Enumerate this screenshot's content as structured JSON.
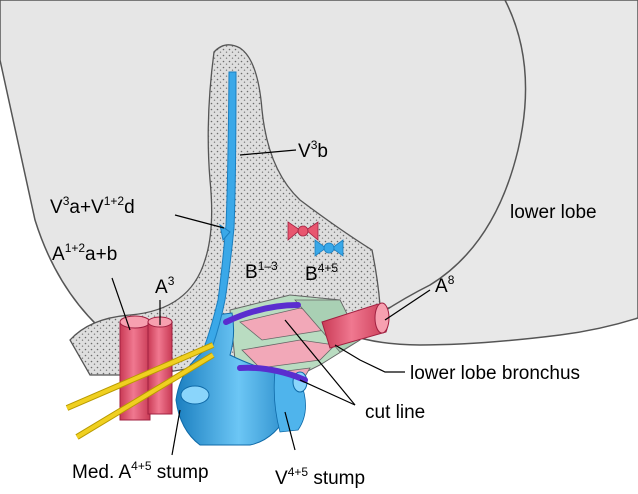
{
  "labels": {
    "v3b": {
      "main": "V",
      "sup": "3",
      "tail": "b"
    },
    "v3a": {
      "p1": "V",
      "s1": "3",
      "p2": "a+V",
      "s2": "1+2",
      "p3": "d"
    },
    "a12": {
      "p1": "A",
      "s1": "1+2",
      "p2": "a+b"
    },
    "a3": {
      "p1": "A",
      "s1": "3"
    },
    "b13": {
      "p1": "B",
      "s1": "1–3"
    },
    "b45": {
      "p1": "B",
      "s1": "4+5"
    },
    "a8": {
      "p1": "A",
      "s1": "8"
    },
    "lower_lobe": "lower lobe",
    "lower_lobe_bronchus": "lower lobe bronchus",
    "cut_line": "cut line",
    "med_a45": {
      "p1": "Med. A",
      "s1": "4+5",
      "p2": " stump"
    },
    "v45": {
      "p1": "V",
      "s1": "4+5",
      "p2": " stump"
    }
  },
  "colors": {
    "lung_fill": "#e6e6e6",
    "lung_stroke": "#555555",
    "tissue_fill": "#dcdcdc",
    "artery": "#e8566f",
    "artery_dark": "#c93a55",
    "vein": "#3aa8e8",
    "vein_dark": "#1b7fc0",
    "bronchus_green": "#b9dcc1",
    "bronchus_pink": "#f2a8b8",
    "cut_line": "#5a2dcf",
    "tape_yellow": "#f0d020"
  }
}
